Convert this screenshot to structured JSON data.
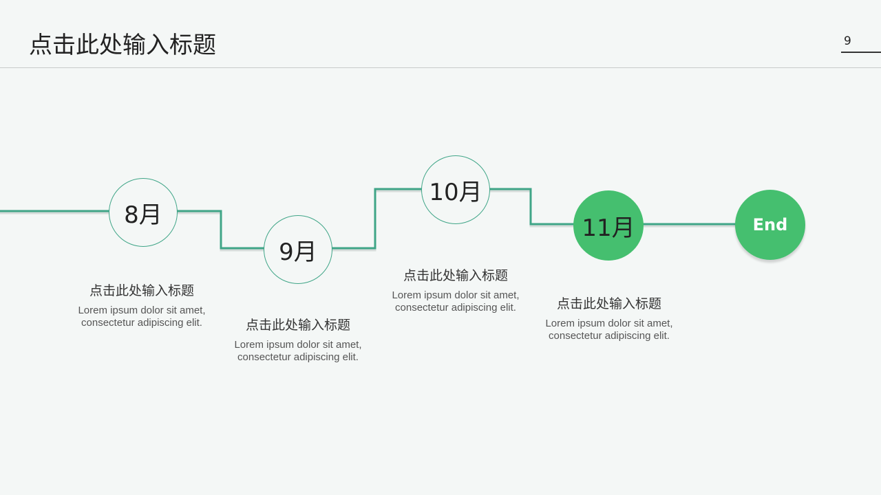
{
  "header": {
    "title": "点击此处输入标题",
    "page_number": "9"
  },
  "timeline": [
    {
      "label": "8月",
      "title": "点击此处输入标题",
      "desc1": "Lorem ipsum dolor sit amet,",
      "desc2": "consectetur  adipiscing elit."
    },
    {
      "label": "9月",
      "title": "点击此处输入标题",
      "desc1": "Lorem ipsum dolor sit amet,",
      "desc2": "consectetur  adipiscing elit."
    },
    {
      "label": "10月",
      "title": "点击此处输入标题",
      "desc1": "Lorem ipsum dolor sit amet,",
      "desc2": "consectetur  adipiscing elit."
    },
    {
      "label": "11月",
      "title": "点击此处输入标题",
      "desc1": "Lorem ipsum dolor sit amet,",
      "desc2": "consectetur  adipiscing elit."
    }
  ],
  "end_label": "End",
  "colors": {
    "teal": "#3a9e82",
    "green": "#45bf6f"
  }
}
